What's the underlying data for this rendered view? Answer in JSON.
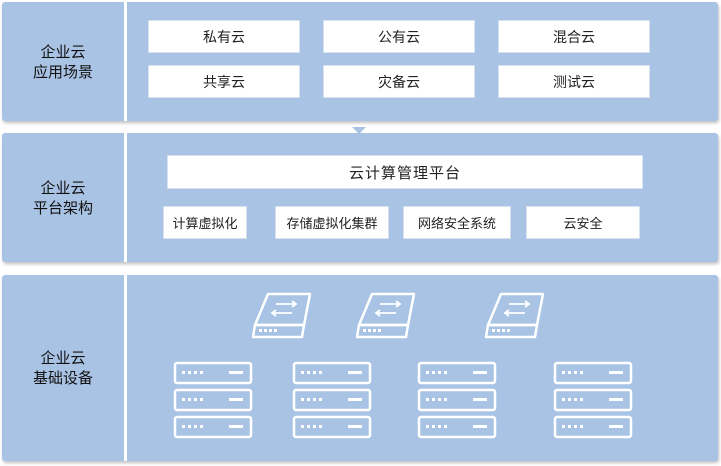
{
  "layers": [
    {
      "label_lines": [
        "企业云",
        "应用场景"
      ],
      "items": [
        "私有云",
        "公有云",
        "混合云",
        "共享云",
        "灾备云",
        "测试云"
      ]
    },
    {
      "label_lines": [
        "企业云",
        "平台架构"
      ],
      "platform": "云计算管理平台",
      "items": [
        "计算虚拟化",
        "存储虚拟化集群",
        "网络安全系统",
        "云安全"
      ]
    },
    {
      "label_lines": [
        "企业云",
        "基础设备"
      ],
      "storage_icons": [
        "storage-drive-icon",
        "storage-drive-icon",
        "storage-drive-icon"
      ],
      "server_icons": [
        "server-rack-icon",
        "server-rack-icon",
        "server-rack-icon",
        "server-rack-icon"
      ]
    }
  ],
  "colors": {
    "band": "#a9c3e4",
    "box": "#ffffff",
    "icon_stroke": "#ffffff"
  }
}
